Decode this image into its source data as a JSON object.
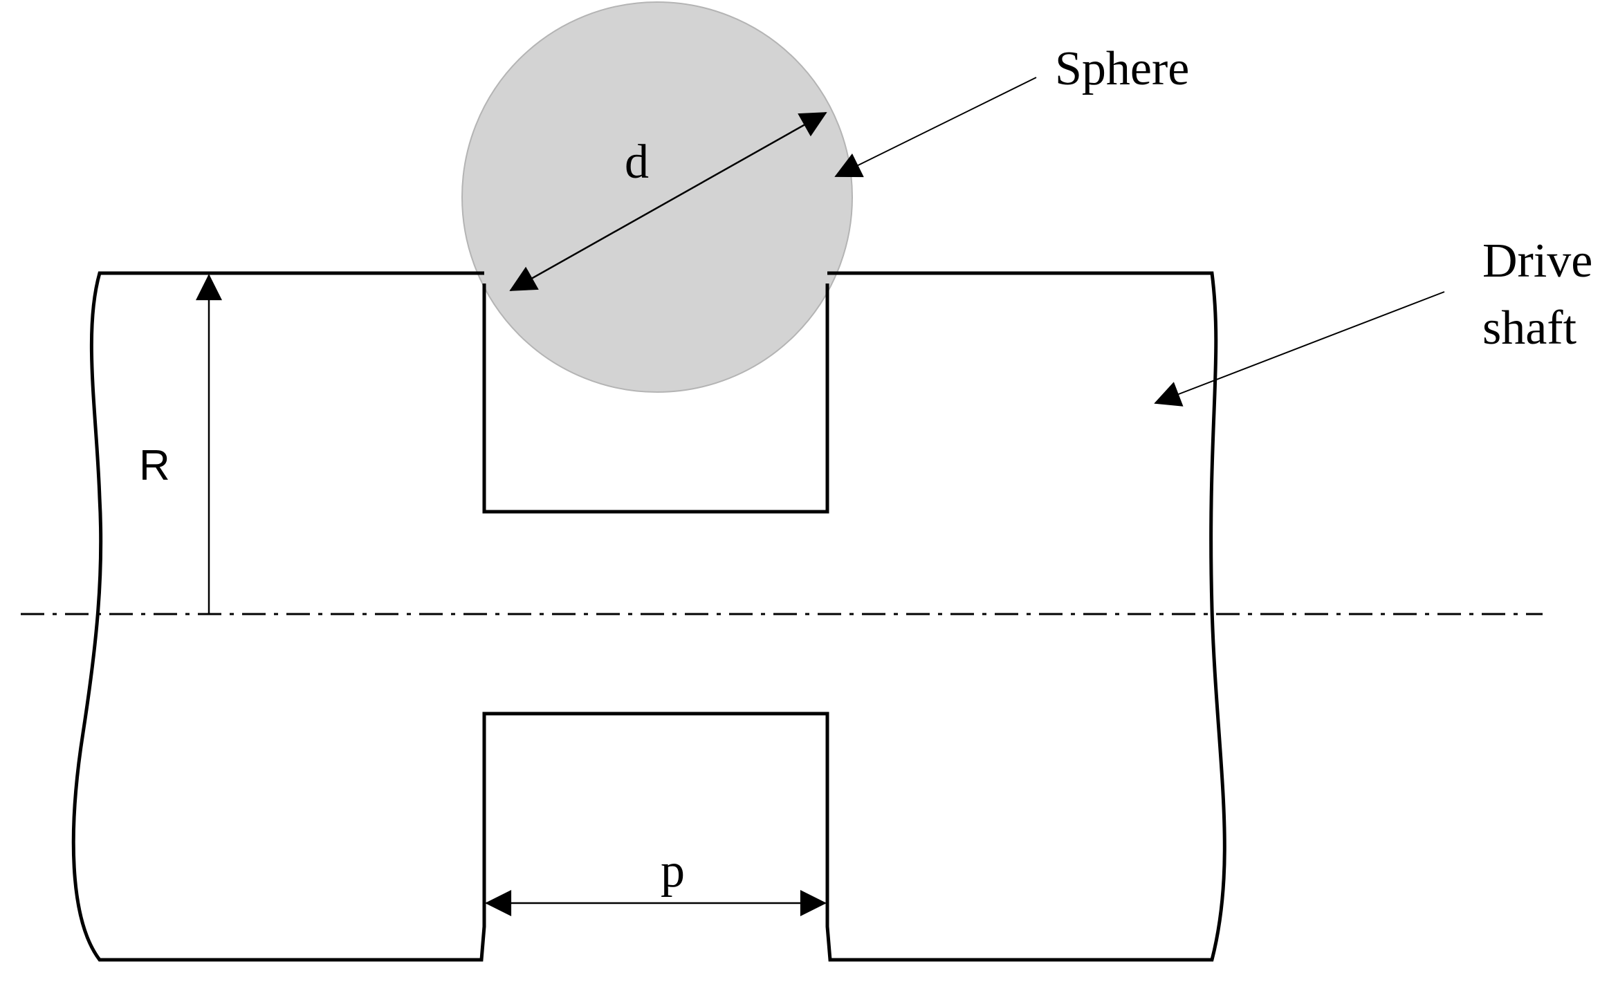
{
  "labels": {
    "sphere": "Sphere",
    "drive_shaft_line1": "Drive",
    "drive_shaft_line2": "shaft",
    "diameter": "d",
    "radius": "R",
    "pitch": "p"
  },
  "colors": {
    "sphere_fill": "#d3d3d3",
    "sphere_edge": "#b4b4b4",
    "line": "#000000",
    "background": "#ffffff"
  }
}
